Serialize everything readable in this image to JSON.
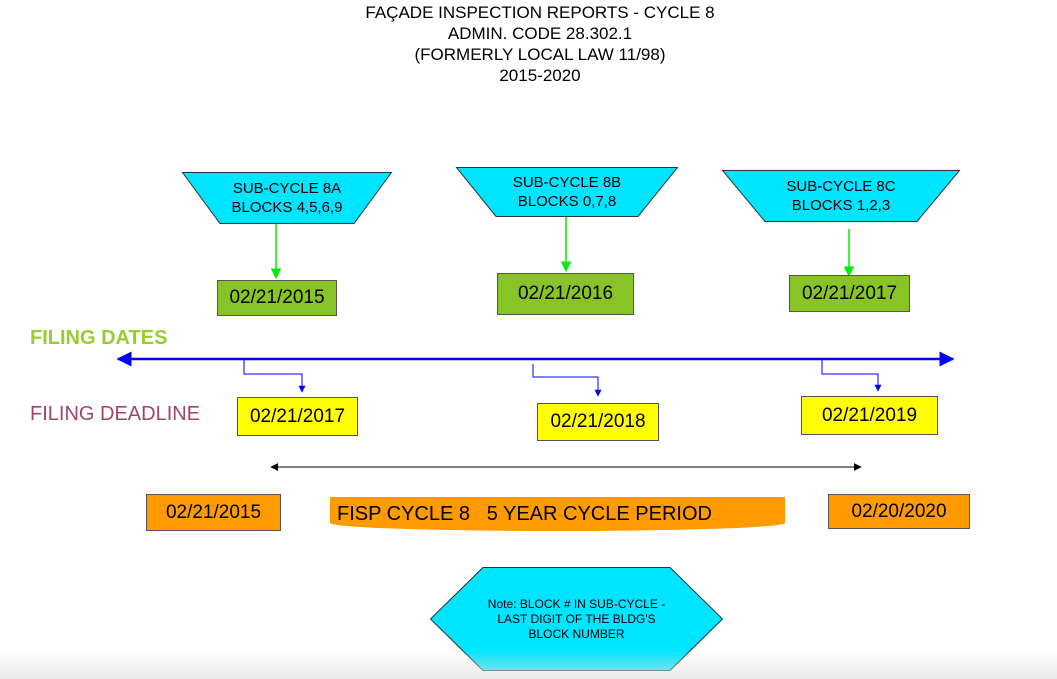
{
  "title": {
    "line1": "FAÇADE INSPECTION REPORTS - CYCLE 8",
    "line2": "ADMIN. CODE 28.302.1",
    "line3": "(FORMERLY LOCAL LAW 11/98)",
    "line4": "2015-2020"
  },
  "subcycles": [
    {
      "name": "SUB-CYCLE 8A",
      "blocks": "BLOCKS 4,5,6,9",
      "filing_date": "02/21/2015",
      "deadline": "02/21/2017"
    },
    {
      "name": "SUB-CYCLE 8B",
      "blocks": "BLOCKS 0,7,8",
      "filing_date": "02/21/2016",
      "deadline": "02/21/2018"
    },
    {
      "name": "SUB-CYCLE 8C",
      "blocks": "BLOCKS 1,2,3",
      "filing_date": "02/21/2017",
      "deadline": "02/21/2019"
    }
  ],
  "labels": {
    "filing_dates": "FILING DATES",
    "filing_deadline": "FILING DEADLINE"
  },
  "cycle": {
    "start": "02/21/2015",
    "end": "02/20/2020",
    "banner": "FISP CYCLE 8   5 YEAR CYCLE PERIOD"
  },
  "note": {
    "line1": "Note:  BLOCK # IN SUB-CYCLE -",
    "line2": "LAST DIGIT OF THE BLDG'S",
    "line3": "BLOCK NUMBER"
  },
  "colors": {
    "subcycle_fill": "#00e5ff",
    "filing_date_fill": "#88c425",
    "deadline_fill": "#ffff00",
    "cycle_fill": "#ff9a00",
    "timeline": "#0000ff",
    "connector": "#00ee00",
    "filing_dates_label": "#99cc33",
    "filing_deadline_label": "#a0456a"
  }
}
